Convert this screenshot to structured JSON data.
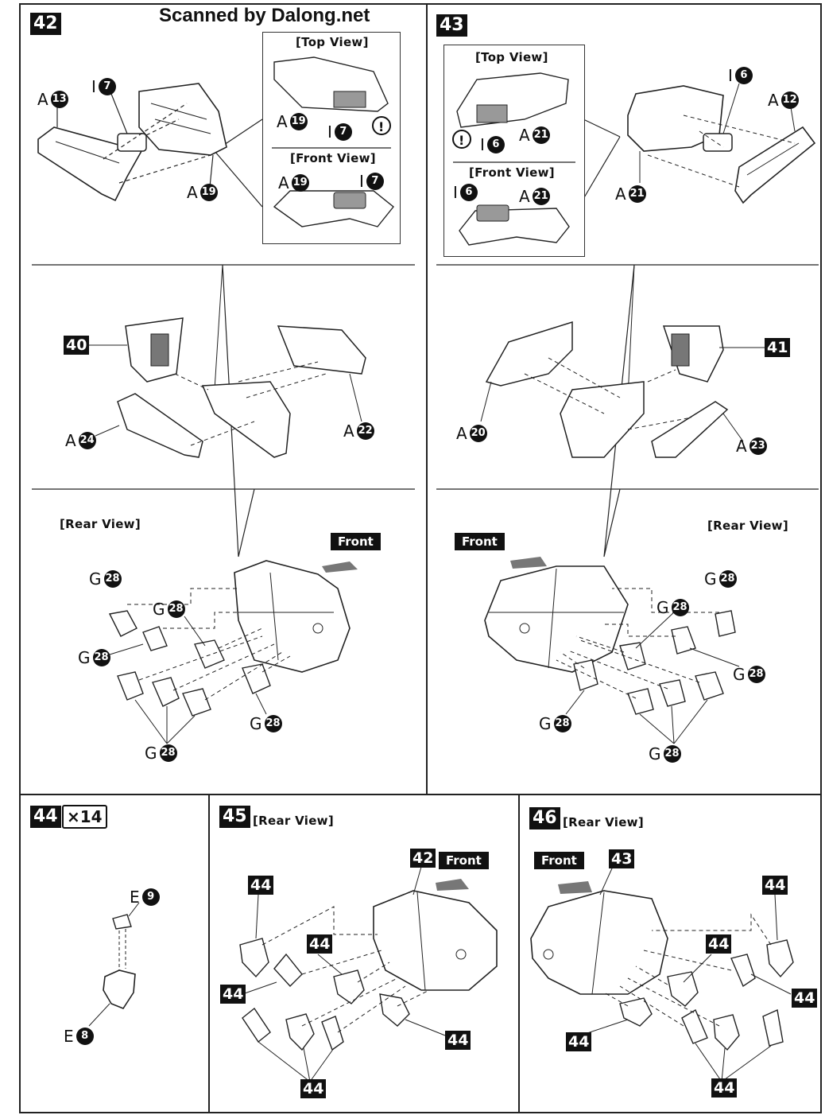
{
  "header": {
    "scan_credit": "Scanned by Dalong.net"
  },
  "steps": {
    "s42": "42",
    "s43": "43",
    "s44": "44",
    "s45": "45",
    "s46": "46"
  },
  "callouts": {
    "c40": "40",
    "c41": "41",
    "c42": "42",
    "c43": "43",
    "c44": "44"
  },
  "views": {
    "top": "[Top View]",
    "front": "[Front View]",
    "rear": "[Rear View]"
  },
  "tags": {
    "front": "Front"
  },
  "quantity": "×14",
  "warning": "!",
  "letters": {
    "A": "A",
    "I": "I",
    "G": "G",
    "E": "E"
  },
  "parts": {
    "n13": "13",
    "n7": "7",
    "n19": "19",
    "n6": "6",
    "n12": "12",
    "n21": "21",
    "n24": "24",
    "n22": "22",
    "n20": "20",
    "n23": "23",
    "n28": "28",
    "n9": "9",
    "n8": "8"
  }
}
